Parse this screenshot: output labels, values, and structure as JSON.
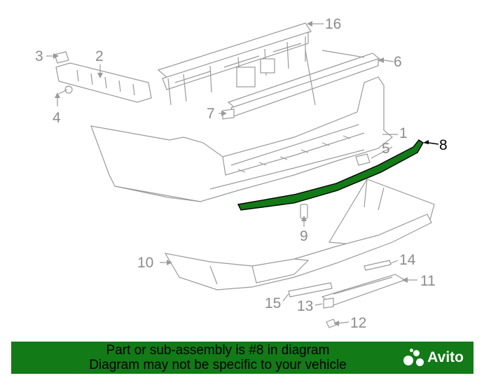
{
  "parts": [
    {
      "id": "p1",
      "number": "1"
    },
    {
      "id": "p2",
      "number": "2"
    },
    {
      "id": "p3",
      "number": "3"
    },
    {
      "id": "p4",
      "number": "4"
    },
    {
      "id": "p5",
      "number": "5"
    },
    {
      "id": "p6",
      "number": "6"
    },
    {
      "id": "p7",
      "number": "7"
    },
    {
      "id": "p8",
      "number": "8"
    },
    {
      "id": "p9",
      "number": "9"
    },
    {
      "id": "p10",
      "number": "10"
    },
    {
      "id": "p11",
      "number": "11"
    },
    {
      "id": "p12",
      "number": "12"
    },
    {
      "id": "p13",
      "number": "13"
    },
    {
      "id": "p14",
      "number": "14"
    },
    {
      "id": "p15",
      "number": "15"
    },
    {
      "id": "p16",
      "number": "16"
    }
  ],
  "highlighted_part": "8",
  "colors": {
    "highlight": "#127a16",
    "line_art": "#9a9a9a",
    "banner": "#127a16"
  },
  "banner": {
    "line1": "Part or sub-assembly is #8 in diagram",
    "line2": "Diagram may not be specific to your vehicle"
  },
  "watermark": {
    "brand": "Avito",
    "icon": "avito-dots-logo"
  }
}
